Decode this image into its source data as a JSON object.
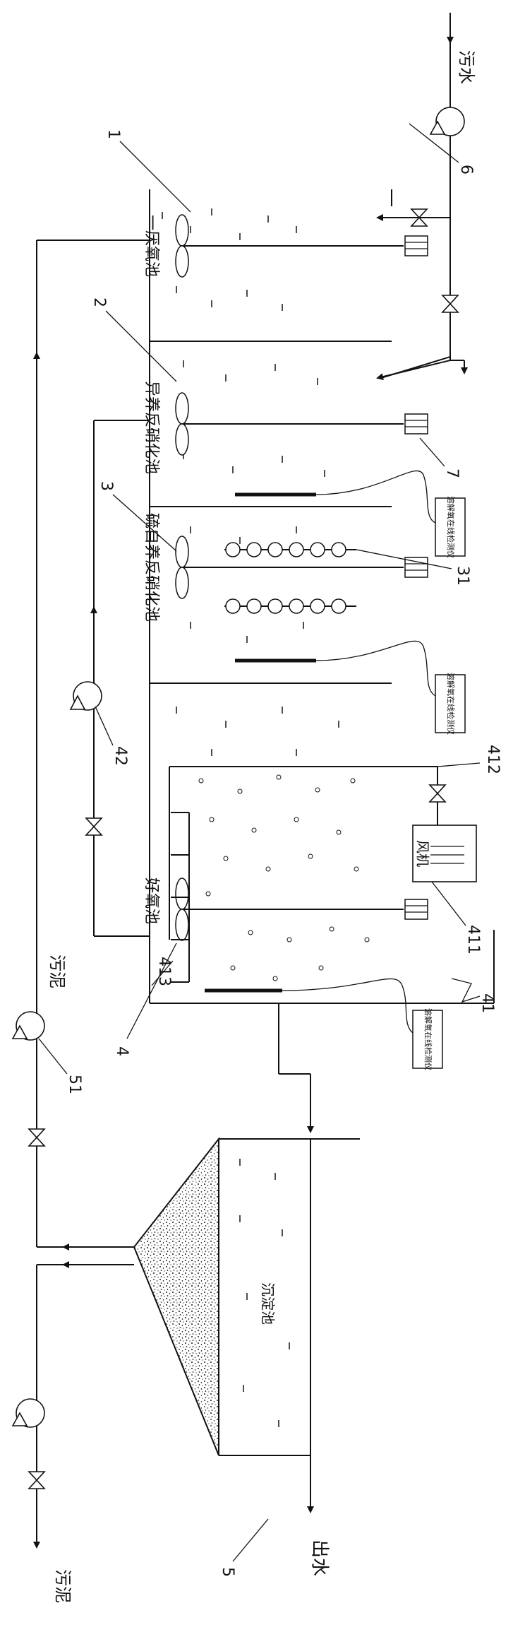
{
  "labels": {
    "sewage_in": "污水",
    "sludge_return": "污泥",
    "sludge_out": "污泥",
    "effluent": "出水",
    "tank1": "一厌氧池",
    "tank2": "异养反硝化池",
    "tank3": "硫自养反硝化池",
    "tank4": "好氧池",
    "clarifier": "沉淀池",
    "blower": "风机",
    "do_meter": "溶解氧在线检测仪"
  },
  "callouts": {
    "n1": "1",
    "n2": "2",
    "n3": "3",
    "n4": "4",
    "n5": "5",
    "n6": "6",
    "n7": "7",
    "n31": "31",
    "n41": "41",
    "n42": "42",
    "n51": "51",
    "n411": "411",
    "n412": "412",
    "n413": "413"
  }
}
